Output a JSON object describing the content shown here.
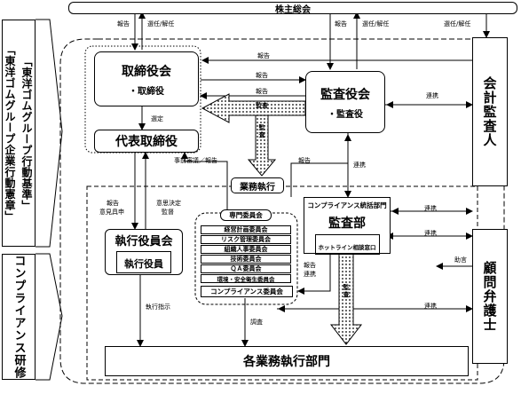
{
  "nodes": {
    "shareholders": "株主総会",
    "board": "取締役会",
    "directors": "・取締役",
    "auditor_board": "監査役会",
    "auditors": "・監査役",
    "rep_director": "代表取締役",
    "accounting_auditor": "会計監査人",
    "legal_advisor": "顧問弁護士",
    "business_execution": "業務執行",
    "exec_officer_meeting": "執行役員会",
    "exec_officer": "執行役員",
    "committees_title": "専門委員会",
    "committees": [
      "経営計画委員会",
      "リスク管理委員会",
      "組織人事委員会",
      "技術委員会",
      "ＱＡ委員会",
      "環境・安全衛生委員会"
    ],
    "compliance_committee": "コンプライアンス委員会",
    "compliance_dept": "コンプライアンス統括部門",
    "audit_dept": "監査部",
    "hotline": "ホットライン相談窓口",
    "divisions": "各業務執行部門"
  },
  "side_panels": {
    "charter_1": "「東洋ゴムグループ企業行動憲章」",
    "charter_2": "「東洋ゴムグループ行動基準」",
    "training": "コンプライアンス研修"
  },
  "labels": {
    "report": "報告",
    "appoint_dismiss": "選任/解任",
    "cooperation": "連携",
    "appoint": "選定",
    "audit": "監査",
    "pre_deliberation": "事前審議／報告",
    "report_opinion_1": "報告",
    "report_opinion_2": "意見具申",
    "decision_1": "意思決定",
    "decision_2": "監督",
    "exec_instruction": "執行指示",
    "investigation": "調査",
    "report_coop_1": "報告",
    "report_coop_2": "連携",
    "advice": "助言"
  }
}
